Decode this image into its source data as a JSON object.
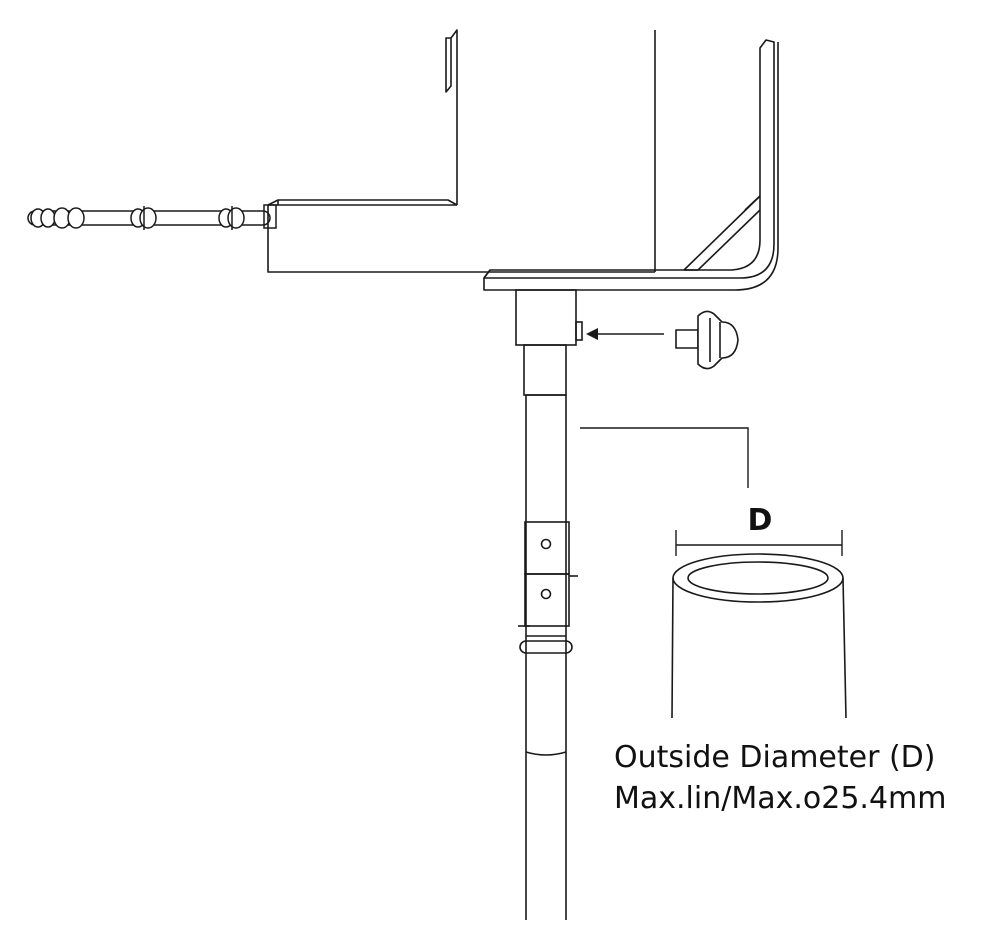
{
  "dimension_label": "D",
  "caption_line1": "Outside Diameter (D)",
  "caption_line2": "Max.lin/Max.o25.4mm",
  "colors": {
    "stroke": "#1a1a1a",
    "background": "#ffffff"
  }
}
